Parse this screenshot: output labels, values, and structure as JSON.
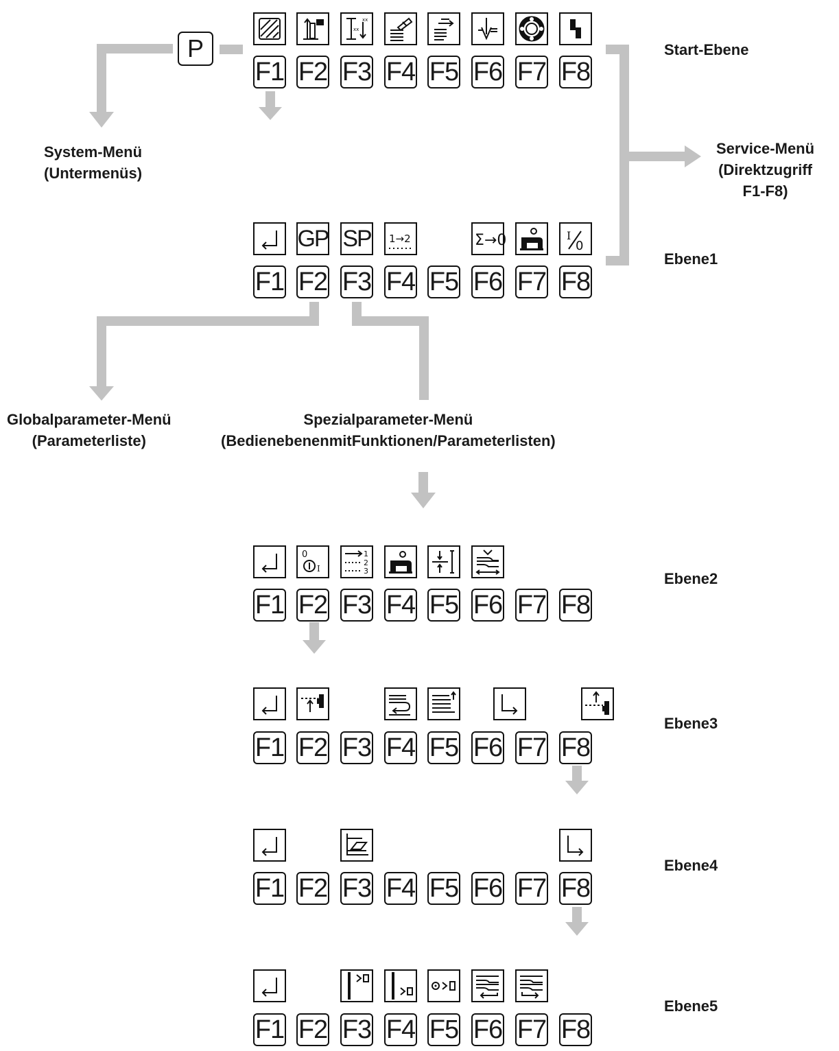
{
  "labels": {
    "start_ebene": "Start-Ebene",
    "system_menu": [
      "System-Menü",
      "(Untermenüs)"
    ],
    "service_menu": [
      "Service-Menü",
      "(Direktzugriff",
      "F1-F8)"
    ],
    "ebene1": "Ebene1",
    "globalparameter_menu": [
      "Globalparameter-Menü",
      "(Parameterliste)"
    ],
    "spezialparameter_menu": [
      "Spezialparameter-Menü",
      "(BedienebenenmitFunktionen/Parameterlisten)"
    ],
    "ebene2": "Ebene2",
    "ebene3": "Ebene3",
    "ebene4": "Ebene4",
    "ebene5": "Ebene5"
  },
  "p_key": "P",
  "function_keys": [
    "F1",
    "F2",
    "F3",
    "F4",
    "F5",
    "F6",
    "F7",
    "F8"
  ],
  "icon_texts": {
    "gp": "GP",
    "sp": "SP",
    "one_to_two": "1→2",
    "sum_to_zero": "Σ→0",
    "one_zero": "I⁄0",
    "bobbin_0": "0",
    "bobbin_I": "I",
    "seq_1": "1",
    "seq_2": "2",
    "seq_3": "3"
  },
  "levels": [
    {
      "id": "start",
      "icons": [
        "hatched-square-icon",
        "needle-position-icon",
        "stitch-length-icon",
        "thread-tension-icon",
        "stitch-pattern-icon",
        "needle-threader-icon",
        "bobbin-ring-icon",
        "step-icon"
      ]
    },
    {
      "id": "ebene1",
      "icons": [
        "return-icon",
        "global-parameter-icon",
        "special-parameter-icon",
        "sequence-one-two-icon",
        "",
        "counter-reset-icon",
        "machine-icon",
        "on-off-icon"
      ]
    },
    {
      "id": "ebene2",
      "icons": [
        "return-icon",
        "bobbin-switch-icon",
        "sequence-list-icon",
        "machine-icon",
        "stitch-gap-icon",
        "fabric-feed-icon",
        "",
        ""
      ]
    },
    {
      "id": "ebene3",
      "icons": [
        "return-icon",
        "needle-lift-icon",
        "",
        "thread-reverse-icon",
        "stitch-lines-icon",
        "",
        "next-level-icon",
        "needle-up-icon"
      ]
    },
    {
      "id": "ebene4",
      "icons": [
        "return-icon",
        "",
        "graph-icon",
        "",
        "",
        "",
        "",
        "next-level-icon"
      ]
    },
    {
      "id": "ebene5",
      "icons": [
        "return-icon",
        "",
        "sensor-bar-icon",
        "sensor-low-icon",
        "sensor-circle-icon",
        "return-layers-icon",
        "forward-layers-icon",
        ""
      ]
    }
  ],
  "colors": {
    "connector": "#c2c2c2",
    "outline": "#111111"
  }
}
